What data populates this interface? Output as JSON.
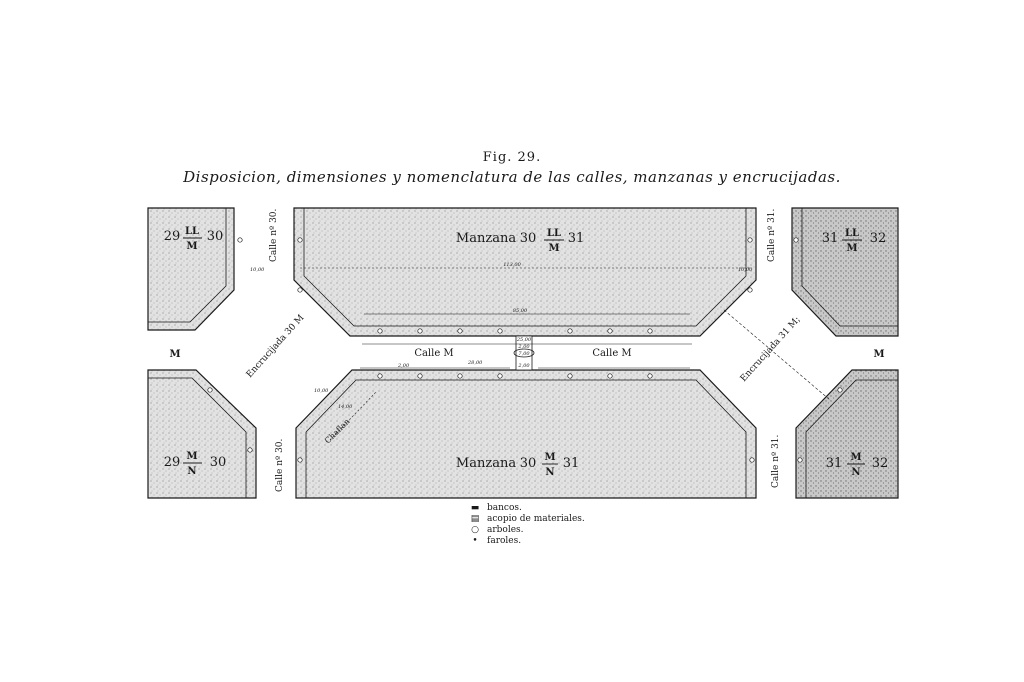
{
  "figure": {
    "title": "Fig. 29.",
    "subtitle": "Disposicion, dimensiones y nomenclatura de las calles, manzanas y encrucijadas."
  },
  "blocks": {
    "top_left": {
      "left": "29",
      "num": "LL",
      "den": "M",
      "right": "30"
    },
    "top_center": {
      "prefix": "Manzana",
      "left": "30",
      "num": "LL",
      "den": "M",
      "right": "31"
    },
    "top_right": {
      "left": "31",
      "num": "LL",
      "den": "M",
      "right": "32"
    },
    "bottom_left": {
      "left": "29",
      "num": "M",
      "den": "N",
      "right": "30"
    },
    "bottom_center": {
      "prefix": "Manzana",
      "left": "30",
      "num": "M",
      "den": "N",
      "right": "31"
    },
    "bottom_right": {
      "left": "31",
      "num": "M",
      "den": "N",
      "right": "32"
    }
  },
  "streets": {
    "calle_30_top": "Calle nº 30.",
    "calle_30_bottom": "Calle nº 30.",
    "calle_31_top": "Calle nº 31.",
    "calle_31_bottom": "Calle nº 31.",
    "calle_m_left": "Calle M",
    "calle_m_right": "Calle M",
    "m_left": "M",
    "m_right": "M",
    "encrucijada_left": "Encrucijada 30 M",
    "encrucijada_right": "Encrucijada 31 M;",
    "chaflan": "Chaflan"
  },
  "dimensions": {
    "d_10_tl": "10,00",
    "d_10_tr": "10,00",
    "d_113": "113,00",
    "d_85": "85,00",
    "d_25": "25,00",
    "d_2a": "2,00",
    "d_7": "7,00",
    "d_2b": "2,00",
    "d_2c": "2,00",
    "d_28": "28,00",
    "d_10_bl": "10,00",
    "d_14": "14,00"
  },
  "legend": [
    {
      "symbol": "bench",
      "label": "bancos."
    },
    {
      "symbol": "material",
      "label": "acopio de materiales."
    },
    {
      "symbol": "tree",
      "label": "arboles."
    },
    {
      "symbol": "lamp",
      "label": "faroles."
    }
  ],
  "colors": {
    "ink": "#1a1a1a",
    "block_fill": "#d9d9d9",
    "paper": "#ffffff"
  }
}
